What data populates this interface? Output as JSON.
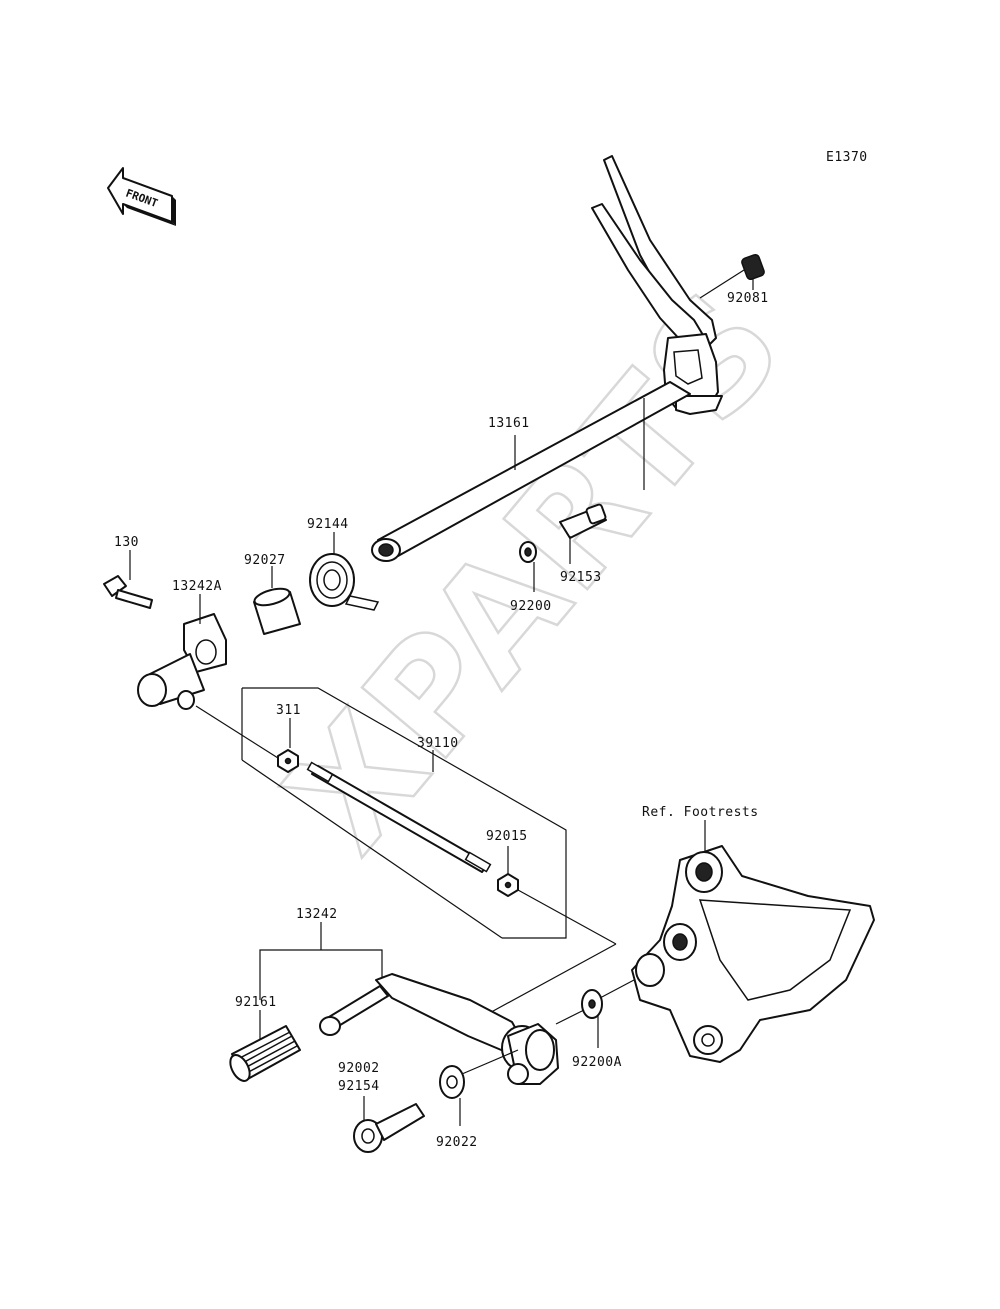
{
  "diagram": {
    "code": "E1370",
    "front_label": "FRONT",
    "watermark": "XPARTS",
    "reference_note": "Ref. Footrests",
    "part_labels": {
      "p92081": "92081",
      "p13161": "13161",
      "p92144": "92144",
      "p130": "130",
      "p13242A": "13242A",
      "p92027": "92027",
      "p92153": "92153",
      "p92200": "92200",
      "p311": "311",
      "p39110": "39110",
      "p92015": "92015",
      "p13242": "13242",
      "p92161": "92161",
      "p92002": "92002",
      "p92154": "92154",
      "p92200A": "92200A",
      "p92022": "92022"
    }
  }
}
